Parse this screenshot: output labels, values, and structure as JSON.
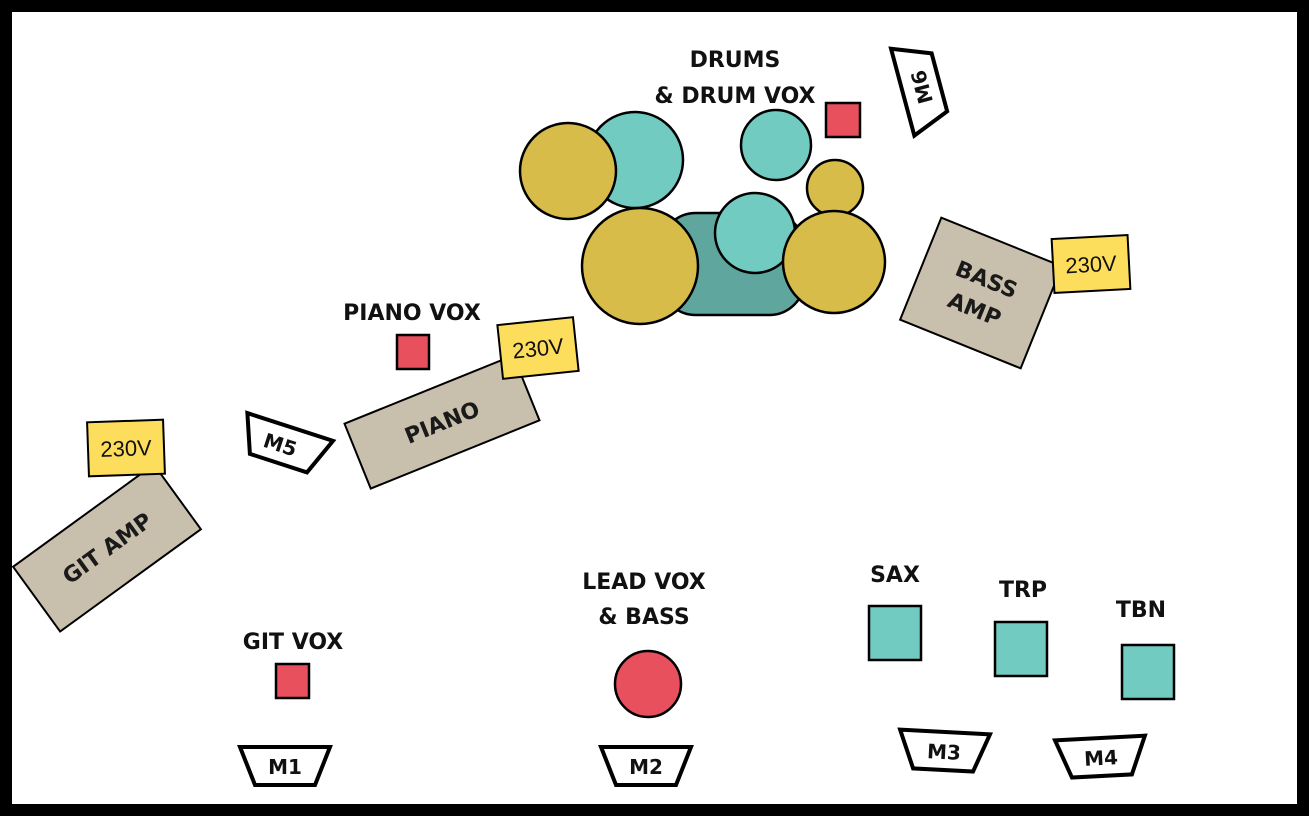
{
  "colors": {
    "cymbal": "#d8bc4a",
    "drum": "#72cbc1",
    "drum_rug": "#5ea69e",
    "amp": "#c8bfac",
    "power": "#fddd5c",
    "vox": "#e8505e",
    "horn": "#72cbc1",
    "border": "#000000"
  },
  "labels": {
    "drums_line1": "DRUMS",
    "drums_line2": "& DRUM VOX",
    "piano_vox": "PIANO VOX",
    "git_vox": "GIT VOX",
    "lead_line1": "LEAD VOX",
    "lead_line2": "& BASS",
    "sax": "SAX",
    "trp": "TRP",
    "tbn": "TBN"
  },
  "instruments": {
    "bass_amp_line1": "BASS",
    "bass_amp_line2": "AMP",
    "piano": "PIANO",
    "git_amp": "GIT AMP"
  },
  "power": {
    "bass": "230V",
    "piano": "230V",
    "git": "230V"
  },
  "monitors": {
    "m1": "M1",
    "m2": "M2",
    "m3": "M3",
    "m4": "M4",
    "m5": "M5",
    "m6": "M6"
  }
}
